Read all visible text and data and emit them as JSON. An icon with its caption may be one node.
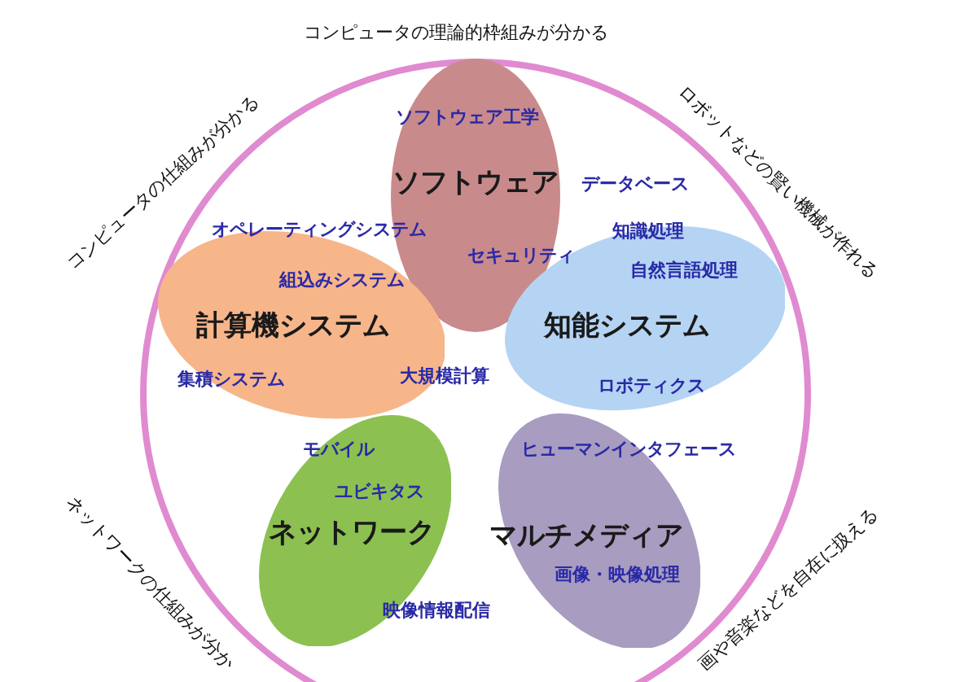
{
  "diagram": {
    "nodes": [
      {
        "text": [
          "ソフトウェア"
        ]
      },
      {
        "text": [
          "計算機システム"
        ]
      },
      {
        "text": [
          "知能システム"
        ]
      },
      {
        "text": [
          "ネットワーク"
        ]
      },
      {
        "text": [
          "マルチメディア"
        ]
      }
    ],
    "edges": [],
    "labels": [
      "コンピュータの理論的枠組みが分かる",
      "コンピュータの仕組みが分かる",
      "ロボットなどの賢い機械が作れる",
      "ソフトウェア工学",
      "データベース",
      "オペレーティングシステム",
      "知識処理",
      "セキュリティ",
      "自然言語処理",
      "組込みシステム",
      "集積システム",
      "大規模計算",
      "ロボティクス",
      "モバイル",
      "ヒューマンインタフェース",
      "ユビキタス",
      "画像・映像処理",
      "ネットワークの仕組みが分か",
      "画や音楽などを自在に扱える",
      "映像情報配信"
    ]
  }
}
